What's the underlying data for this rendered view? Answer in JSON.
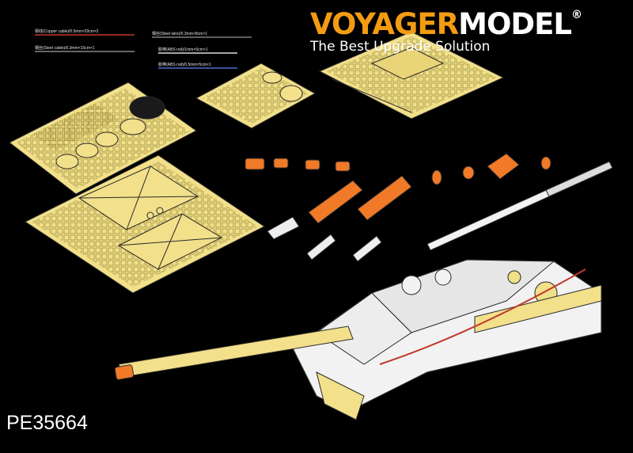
{
  "brand": {
    "name_part1": "VOYAGER",
    "name_part2": "MODEL",
    "registered": "®",
    "tagline": "The Best Upgrade Solution",
    "accent_color": "#f39c12"
  },
  "product_code": "PE35664",
  "legend": {
    "copper_cable": "铜线(Copper cable)/0.5mm×20cm×2",
    "steel_cable": "钢丝(Steel cable)/0.3mm×15cm×1",
    "steel_wire": "钢丝(Steel wire)/0.3mm×8cm×1",
    "abs_rod_1": "胶棒(ABS rod)/1mm×5cm×1",
    "abs_rod_2": "胶棒(ABS rod)/0.5mm×5cm×1"
  },
  "colors": {
    "background": "#000000",
    "photo_etch": "#f2e08a",
    "turned_parts": "#f07a28",
    "hull": "#f2f2f2"
  }
}
